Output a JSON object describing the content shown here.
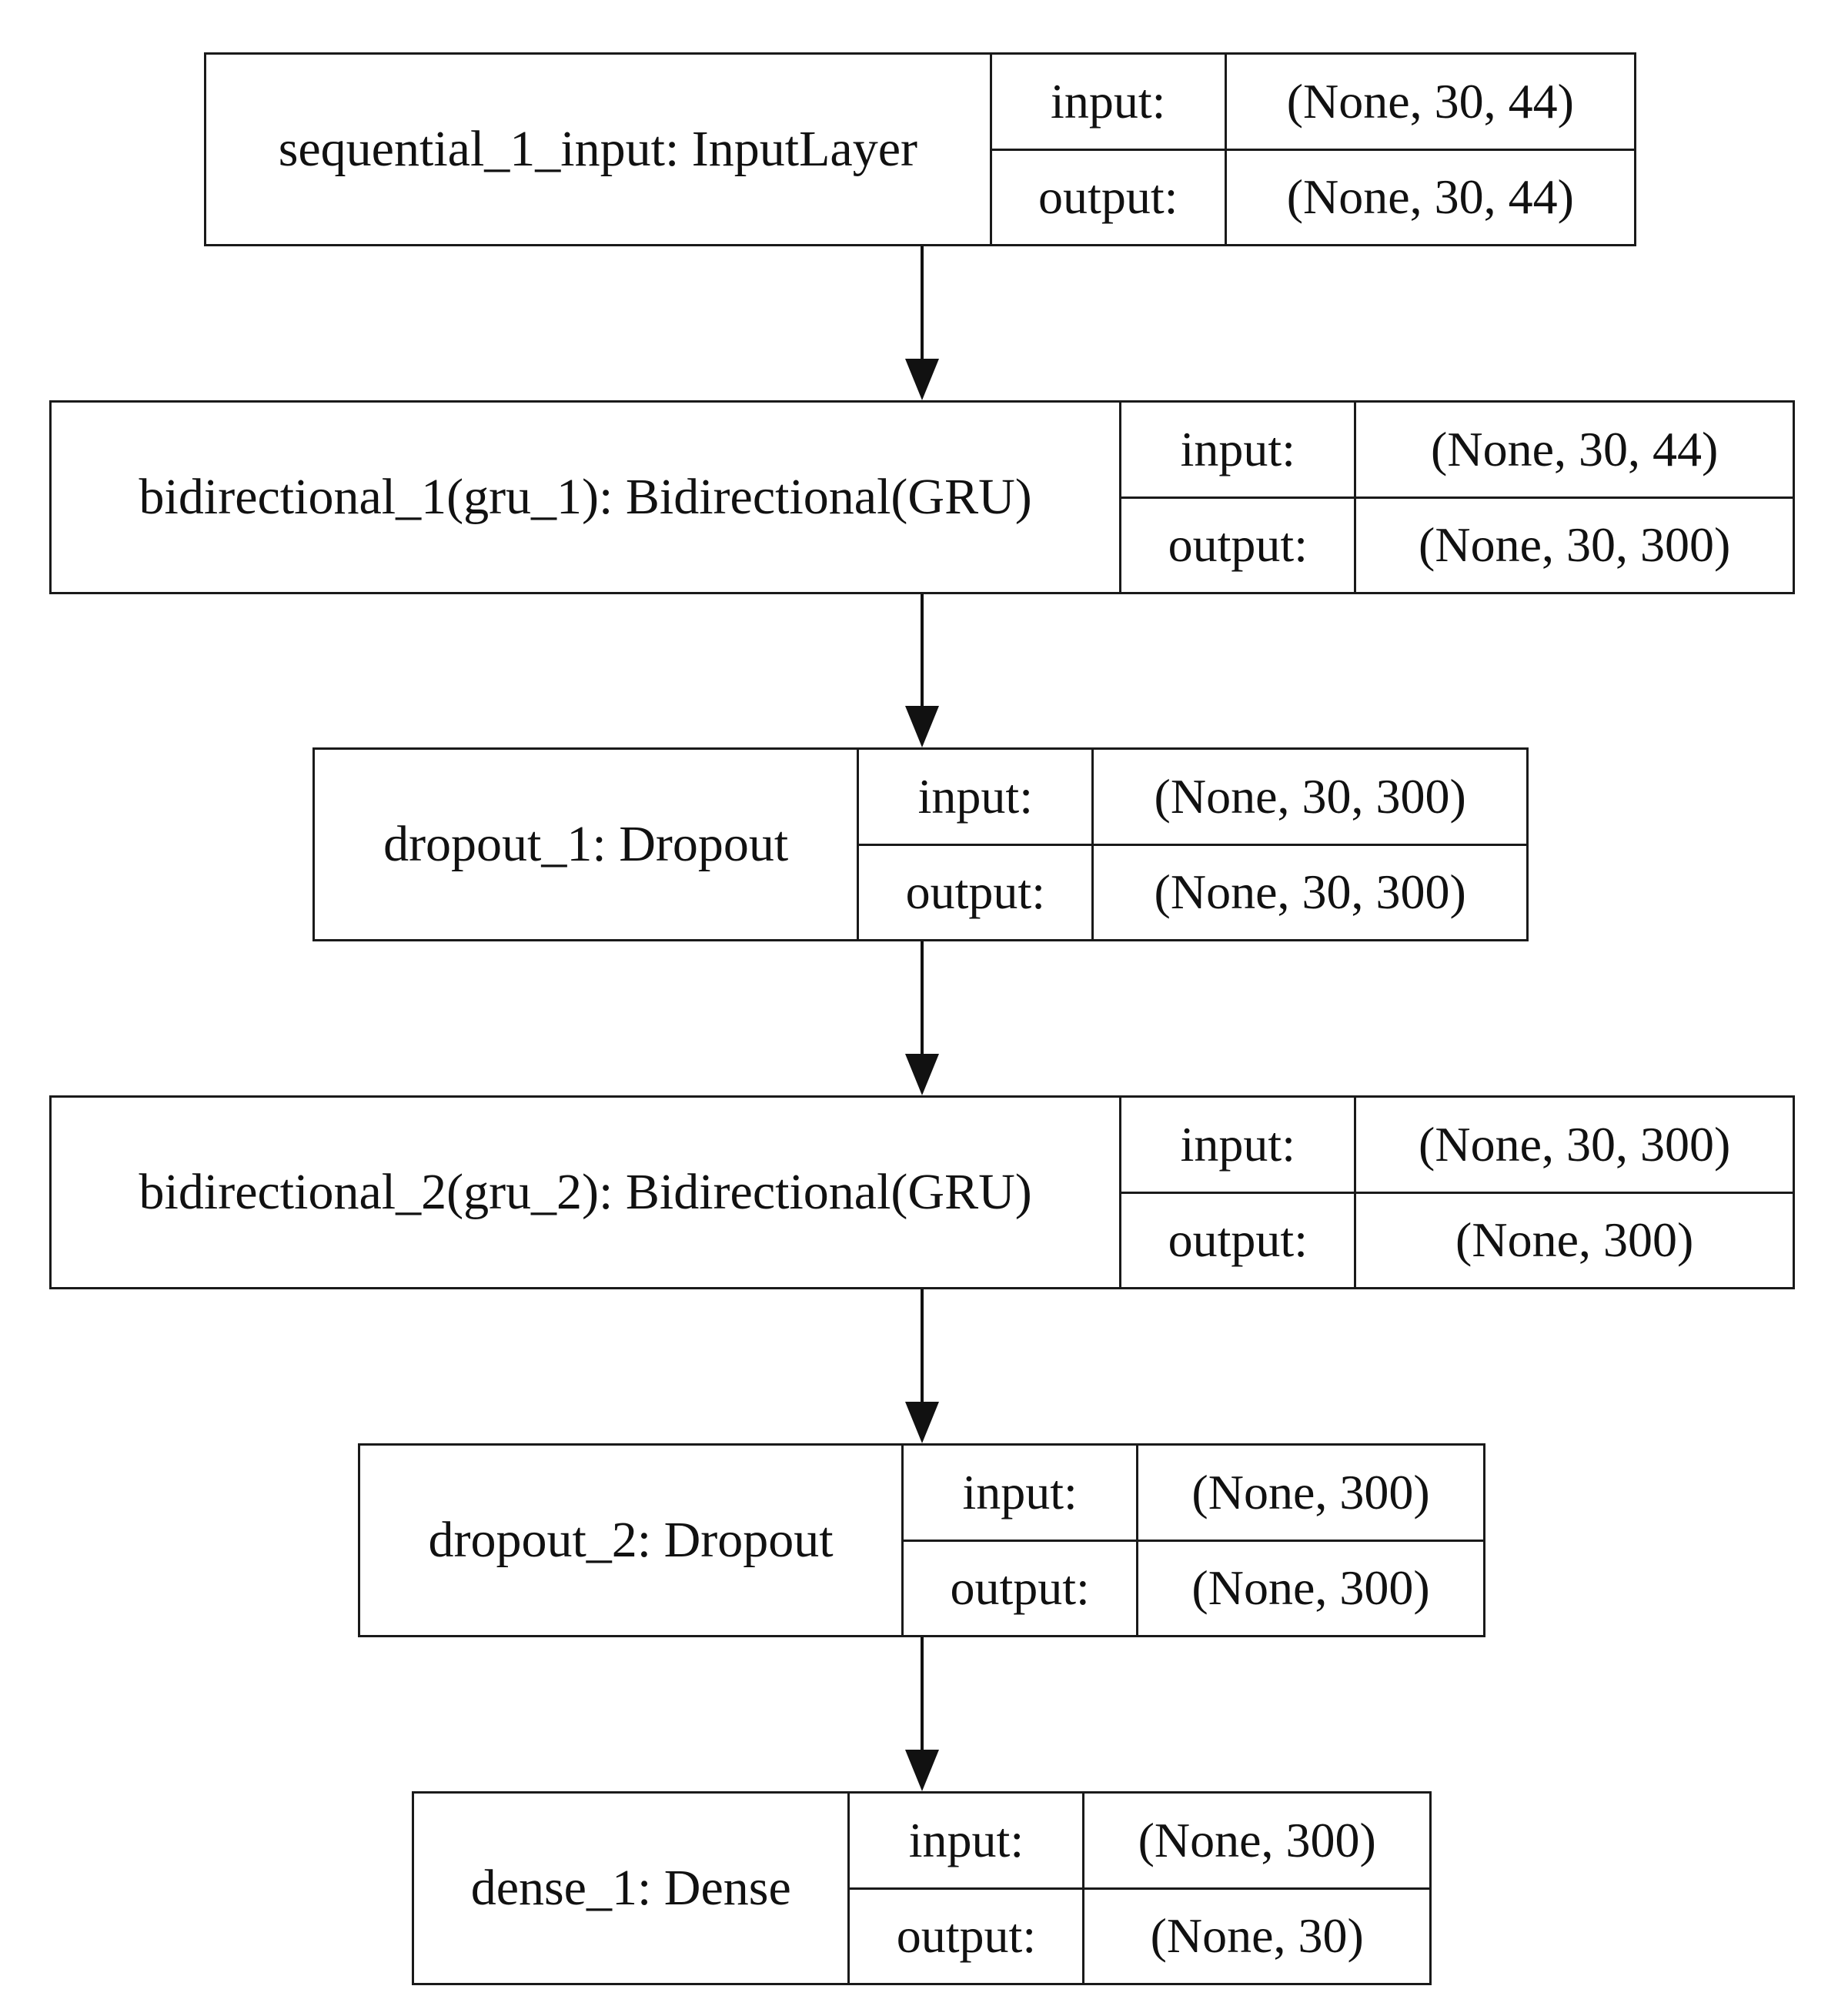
{
  "diagram": {
    "nodes": [
      {
        "id": "sequential_1_input",
        "name": "sequential_1_input: InputLayer",
        "input_label": "input:",
        "input_shape": "(None, 30, 44)",
        "output_label": "output:",
        "output_shape": "(None, 30, 44)"
      },
      {
        "id": "bidirectional_1",
        "name": "bidirectional_1(gru_1): Bidirectional(GRU)",
        "input_label": "input:",
        "input_shape": "(None, 30, 44)",
        "output_label": "output:",
        "output_shape": "(None, 30, 300)"
      },
      {
        "id": "dropout_1",
        "name": "dropout_1: Dropout",
        "input_label": "input:",
        "input_shape": "(None, 30, 300)",
        "output_label": "output:",
        "output_shape": "(None, 30, 300)"
      },
      {
        "id": "bidirectional_2",
        "name": "bidirectional_2(gru_2): Bidirectional(GRU)",
        "input_label": "input:",
        "input_shape": "(None, 30, 300)",
        "output_label": "output:",
        "output_shape": "(None, 300)"
      },
      {
        "id": "dropout_2",
        "name": "dropout_2: Dropout",
        "input_label": "input:",
        "input_shape": "(None, 300)",
        "output_label": "output:",
        "output_shape": "(None, 300)"
      },
      {
        "id": "dense_1",
        "name": "dense_1: Dense",
        "input_label": "input:",
        "input_shape": "(None, 300)",
        "output_label": "output:",
        "output_shape": "(None, 30)"
      }
    ],
    "edges": [
      {
        "from": "sequential_1_input",
        "to": "bidirectional_1"
      },
      {
        "from": "bidirectional_1",
        "to": "dropout_1"
      },
      {
        "from": "dropout_1",
        "to": "bidirectional_2"
      },
      {
        "from": "bidirectional_2",
        "to": "dropout_2"
      },
      {
        "from": "dropout_2",
        "to": "dense_1"
      }
    ]
  }
}
